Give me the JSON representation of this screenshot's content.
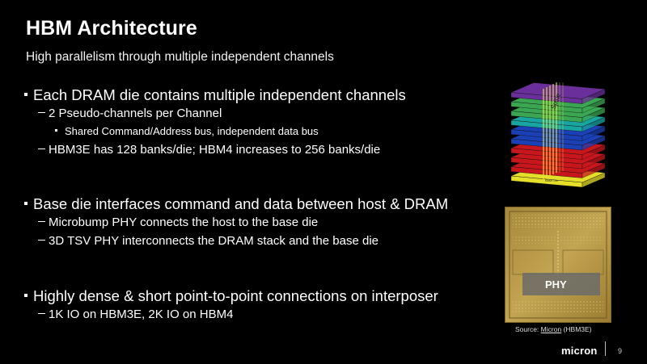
{
  "slide": {
    "title": "HBM Architecture",
    "subtitle": "High parallelism through multiple independent channels",
    "bullets": [
      {
        "text": "Each DRAM die contains multiple independent channels",
        "children": [
          {
            "text": "2 Pseudo-channels per Channel",
            "children": [
              {
                "text": "Shared Command/Address bus, independent data bus"
              }
            ]
          },
          {
            "text": "HBM3E has 128 banks/die; HBM4 increases to 256 banks/die"
          }
        ]
      },
      {
        "text": "Base die interfaces command and data between host & DRAM",
        "children": [
          {
            "text": "Microbump PHY connects the host to the base die"
          },
          {
            "text": "3D TSV PHY interconnects the DRAM stack and the base die"
          }
        ]
      },
      {
        "text": "Highly dense & short point-to-point connections on interposer",
        "children": [
          {
            "text": "1K IO on HBM3E, 2K IO on HBM4"
          }
        ]
      }
    ],
    "images": {
      "stack": {
        "label_spine": "Spine",
        "label_base": "Base Die"
      },
      "die": {
        "label_phy": "PHY"
      }
    },
    "source": {
      "prefix": "Source:",
      "link": "Micron",
      "suffix": "(HBM3E)"
    },
    "logo": "micron",
    "page_number": "9"
  },
  "colors": {
    "background": "#000000",
    "text": "#ffffff",
    "stack_layers": [
      "#e5df2a",
      "#c8161d",
      "#c8161d",
      "#c8161d",
      "#1b3fb5",
      "#1b3fb5",
      "#18a4a0",
      "#3aa652",
      "#3aa652",
      "#6a2f9a"
    ],
    "die_gold": "#b99a3f"
  }
}
